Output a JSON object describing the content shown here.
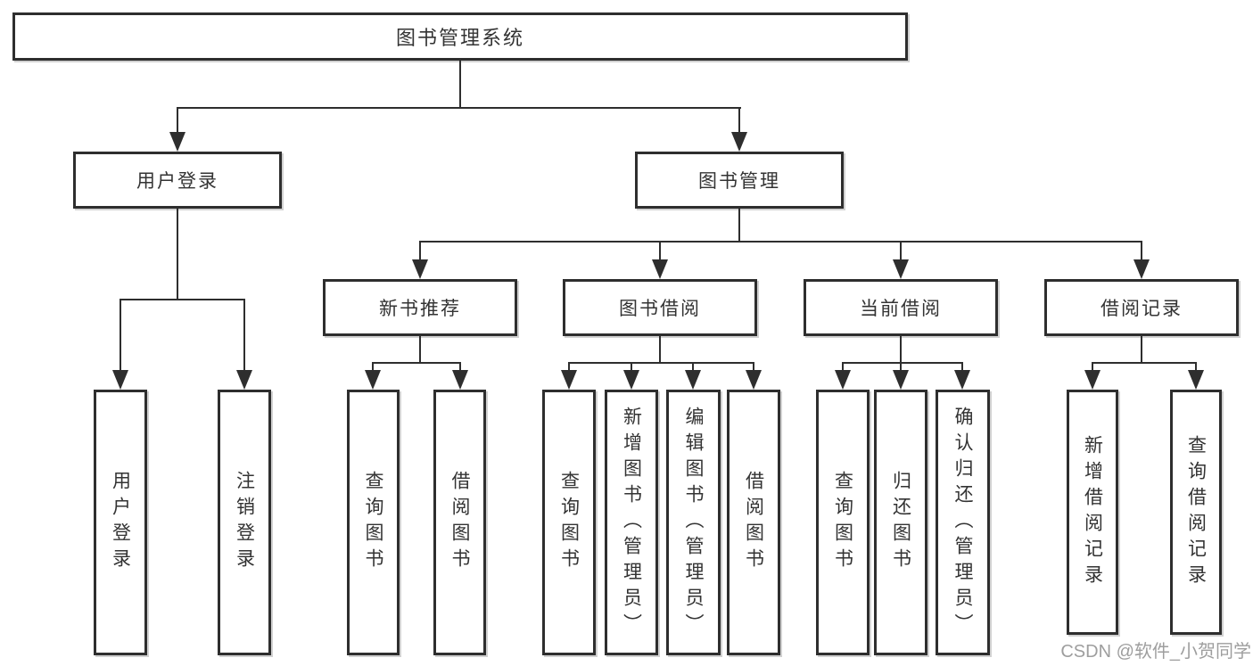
{
  "diagram_title": "图书管理系统",
  "nodes": {
    "root": {
      "label": "图书管理系统"
    },
    "branches": [
      {
        "label": "用户登录"
      },
      {
        "label": "图书管理"
      }
    ],
    "modules": [
      {
        "label": "新书推荐",
        "parent": "图书管理"
      },
      {
        "label": "图书借阅",
        "parent": "图书管理"
      },
      {
        "label": "当前借阅",
        "parent": "图书管理"
      },
      {
        "label": "借阅记录",
        "parent": "图书管理"
      }
    ],
    "leaves": [
      {
        "label": "用户登录",
        "parent": "用户登录"
      },
      {
        "label": "注销登录",
        "parent": "用户登录"
      },
      {
        "label": "查询图书",
        "parent": "新书推荐"
      },
      {
        "label": "借阅图书",
        "parent": "新书推荐"
      },
      {
        "label": "查询图书",
        "parent": "图书借阅"
      },
      {
        "label": "新增图书（管理员）",
        "parent": "图书借阅"
      },
      {
        "label": "编辑图书（管理员）",
        "parent": "图书借阅"
      },
      {
        "label": "借阅图书",
        "parent": "图书借阅"
      },
      {
        "label": "查询图书",
        "parent": "当前借阅"
      },
      {
        "label": "归还图书",
        "parent": "当前借阅"
      },
      {
        "label": "确认归还（管理员）",
        "parent": "当前借阅"
      },
      {
        "label": "新增借阅记录",
        "parent": "借阅记录"
      },
      {
        "label": "查询借阅记录",
        "parent": "借阅记录"
      }
    ]
  },
  "watermark": "CSDN @软件_小贺同学",
  "colors": {
    "line": "#2e2e2e",
    "text": "#333333",
    "watermark": "#9e9e9e",
    "background": "#ffffff"
  }
}
